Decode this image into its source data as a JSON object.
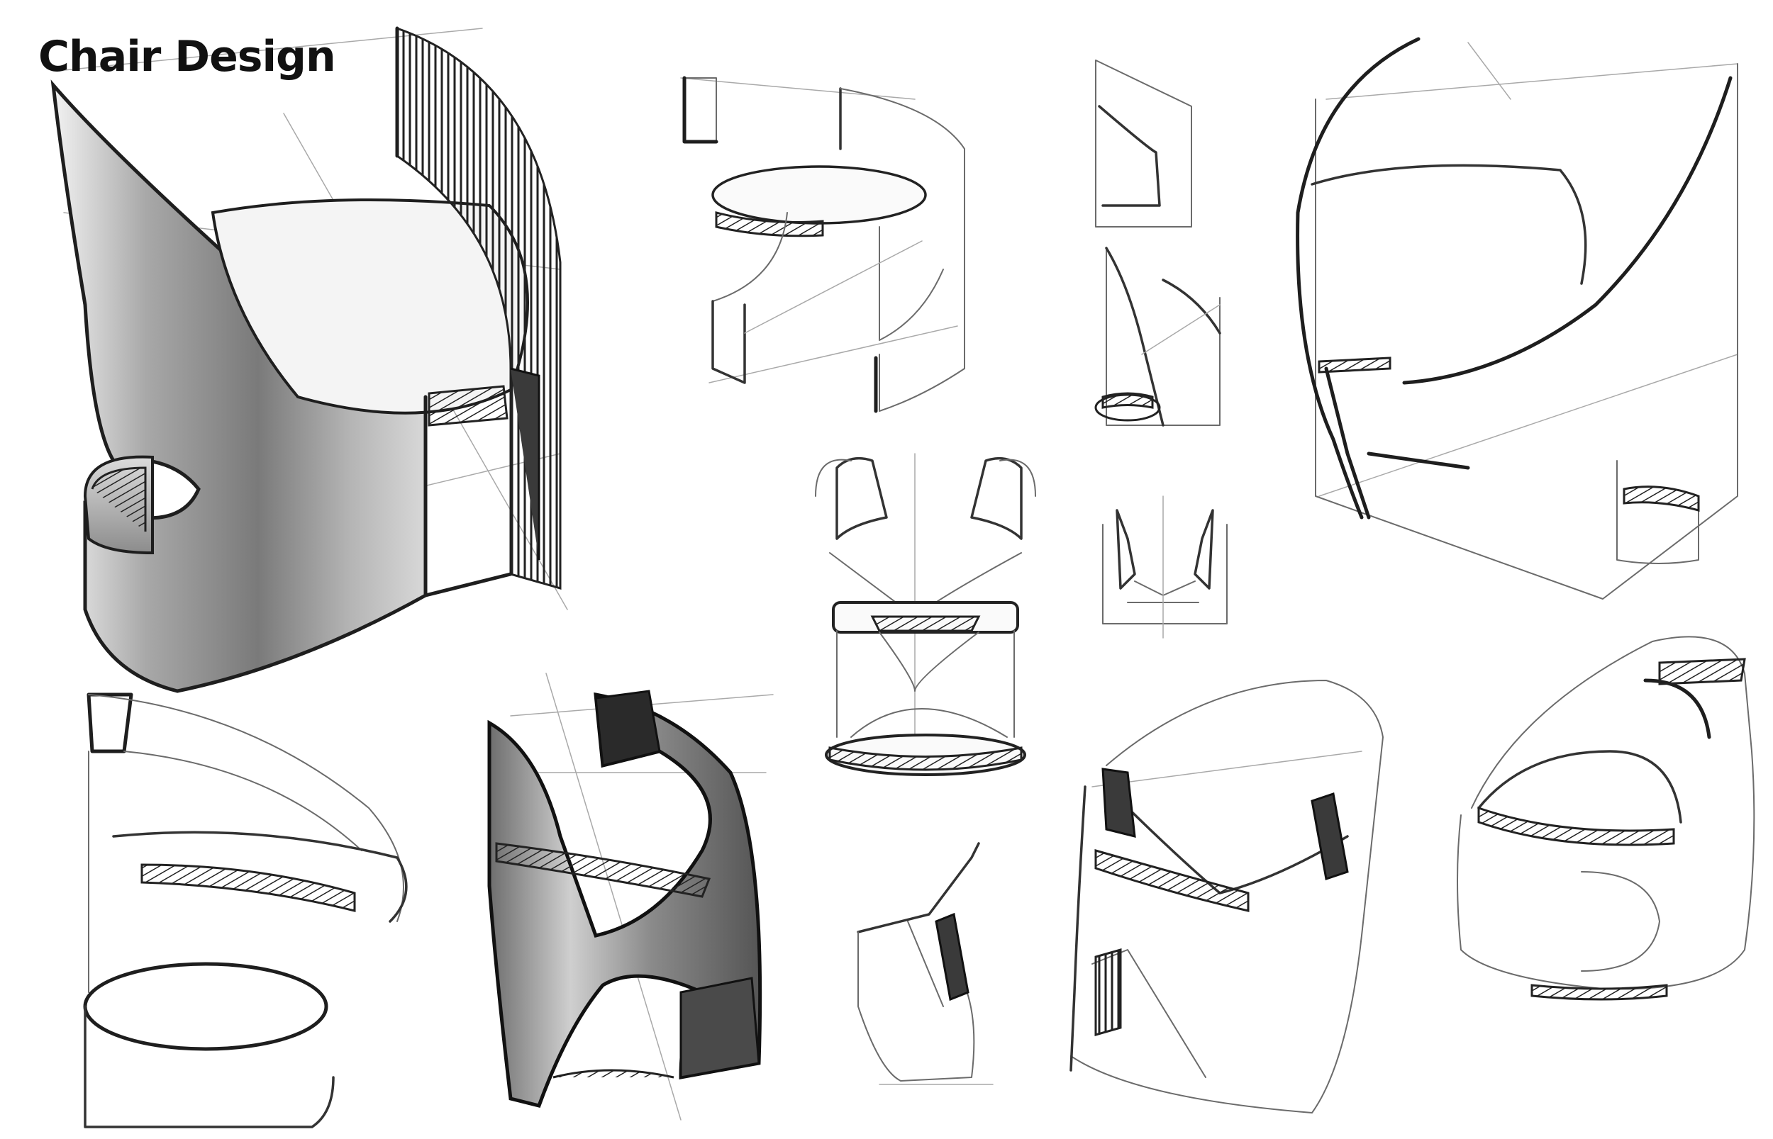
{
  "title": "Chair Design",
  "sketches": [
    {
      "name": "sketch-large-shaded-chair"
    },
    {
      "name": "sketch-cutout-seat-chair"
    },
    {
      "name": "sketch-small-side-profile"
    },
    {
      "name": "sketch-small-three-quarter"
    },
    {
      "name": "sketch-hourglass-front"
    },
    {
      "name": "sketch-small-front-view"
    },
    {
      "name": "sketch-tall-curved-chair"
    },
    {
      "name": "sketch-ribbon-loop-chair"
    },
    {
      "name": "sketch-shaded-claw-chair"
    },
    {
      "name": "sketch-partial-side-panel"
    },
    {
      "name": "sketch-bucket-chair"
    },
    {
      "name": "sketch-c-profile-chair"
    }
  ]
}
